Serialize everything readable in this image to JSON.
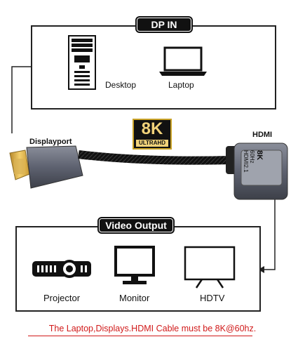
{
  "top_box": {
    "badge": "DP IN",
    "devices": [
      {
        "label": "Desktop",
        "icon": "desktop-tower-icon"
      },
      {
        "label": "Laptop",
        "icon": "laptop-icon"
      }
    ]
  },
  "cable": {
    "badge_big": "8K",
    "badge_sub": "ULTRAHD",
    "left_label": "Displayport",
    "right_label": "HDMI",
    "adapter_print": {
      "line1": "8K",
      "line2": "60Hz",
      "line3": "HDMI2.1"
    }
  },
  "bottom_box": {
    "badge": "Video Output",
    "devices": [
      {
        "label": "Projector",
        "icon": "projector-icon"
      },
      {
        "label": "Monitor",
        "icon": "monitor-icon"
      },
      {
        "label": "HDTV",
        "icon": "tv-icon"
      }
    ]
  },
  "caption": {
    "prefix": "The Laptop,Displays.HDMI Cable must be ",
    "highlight": "8K@60hz."
  },
  "colors": {
    "accent_red": "#d11a1a",
    "badge_gold": "#c9a227",
    "connector_gray": "#6b6f7a"
  }
}
